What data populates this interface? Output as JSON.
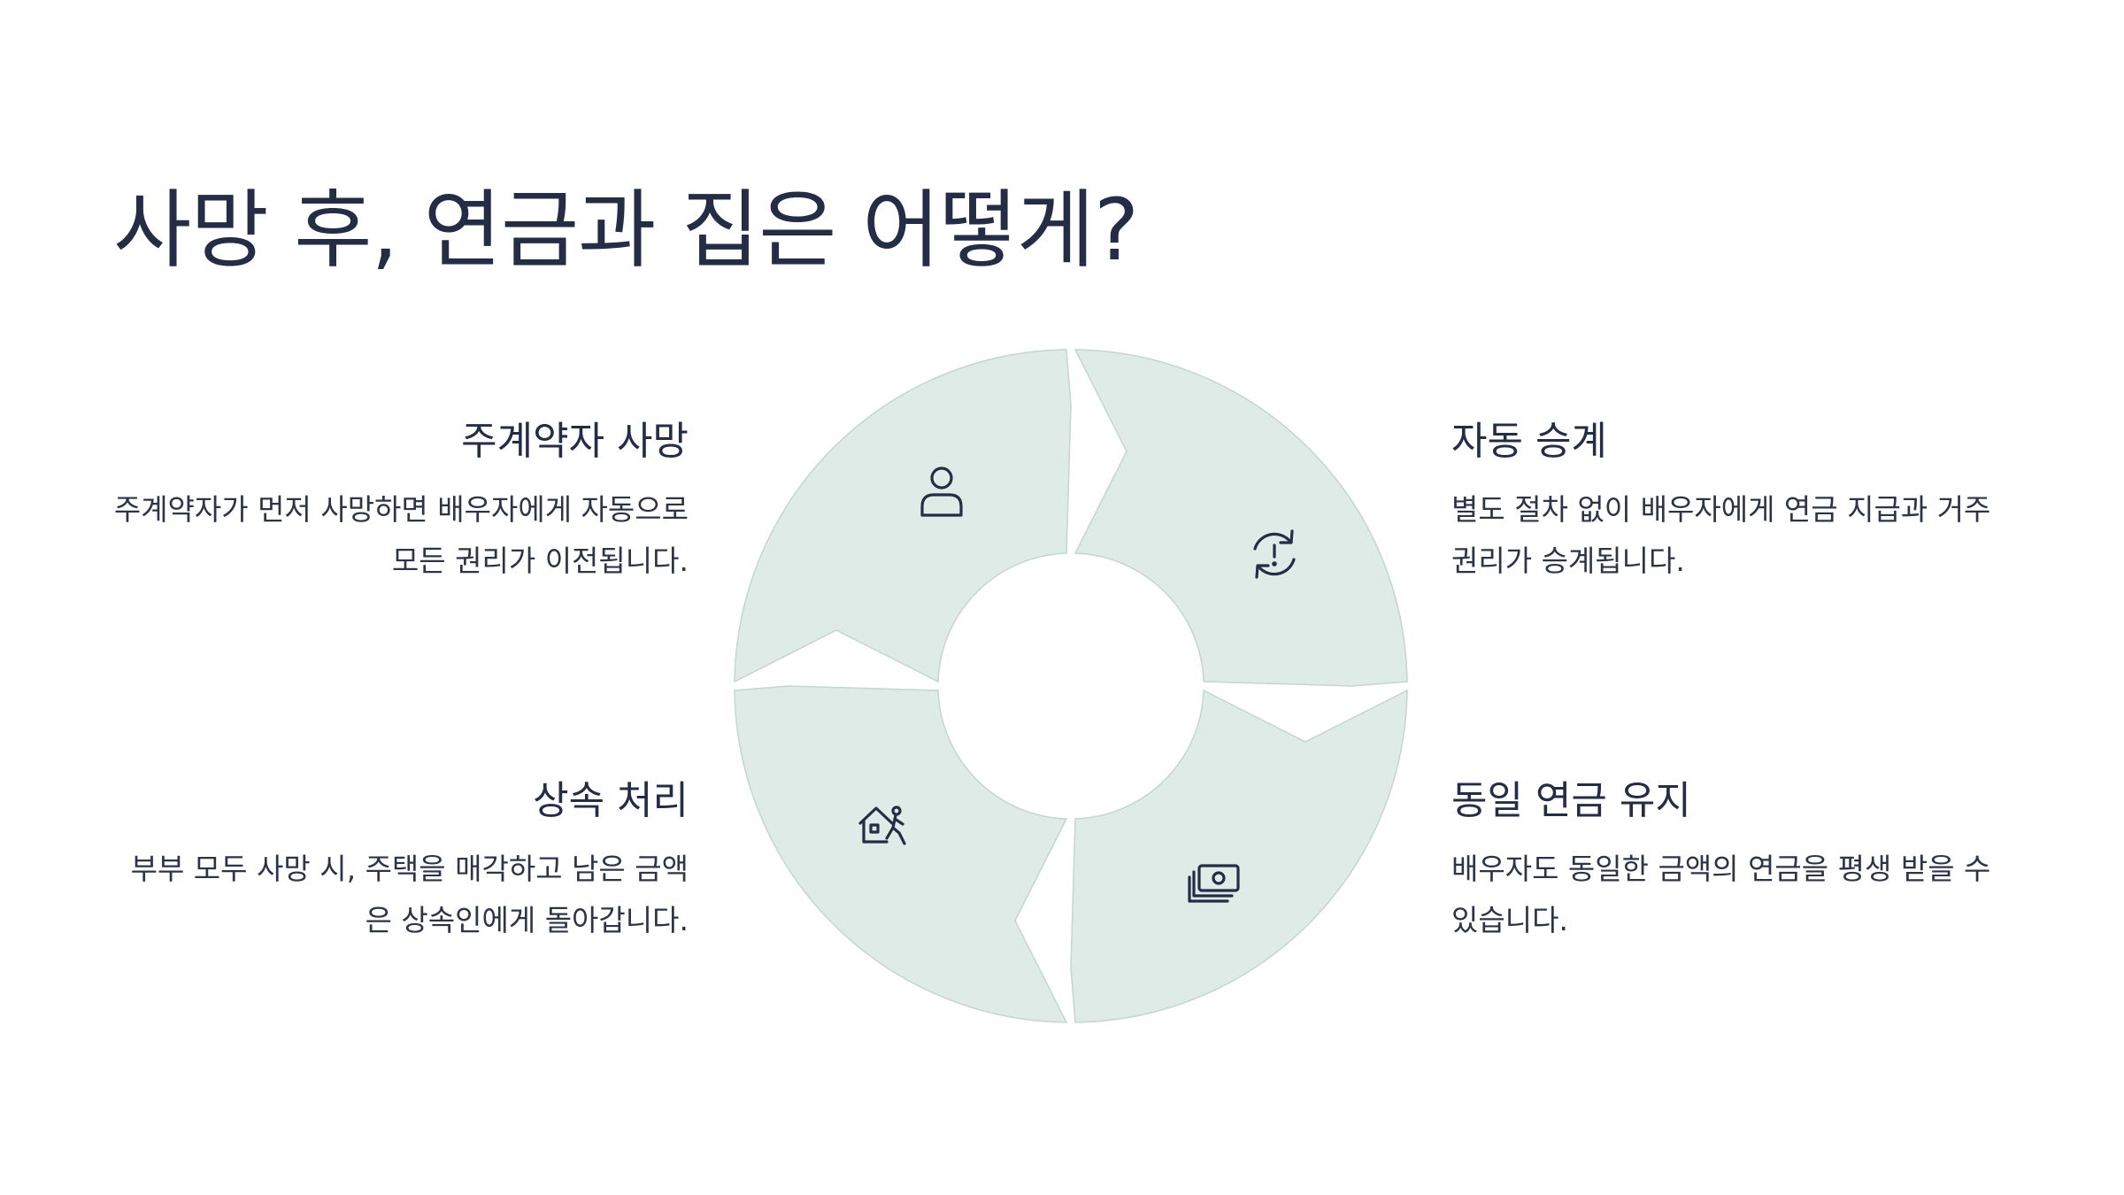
{
  "title": "사망 후, 연금과 집은 어떻게?",
  "colors": {
    "segment_fill": "#dfebe7",
    "segment_stroke": "#c3d6d0",
    "text": "#252c45",
    "background": "#ffffff"
  },
  "steps": [
    {
      "heading": "주계약자 사망",
      "text": "주계약자가 먼저 사망하면 배우자에게 자동으로 모든 권리가 이전됩니다.",
      "icon": "person-icon"
    },
    {
      "heading": "자동 승계",
      "text": "별도 절차 없이 배우자에게 연금 지급과 거주 권리가 승계됩니다.",
      "icon": "refresh-alert-icon"
    },
    {
      "heading": "동일 연금 유지",
      "text": "배우자도 동일한 금액의 연금을 평생 받을 수 있습니다.",
      "icon": "money-stack-icon"
    },
    {
      "heading": "상속 처리",
      "text": "부부 모두 사망 시, 주택을 매각하고 남은 금액은 상속인에게 돌아갑니다.",
      "icon": "house-move-icon"
    }
  ]
}
